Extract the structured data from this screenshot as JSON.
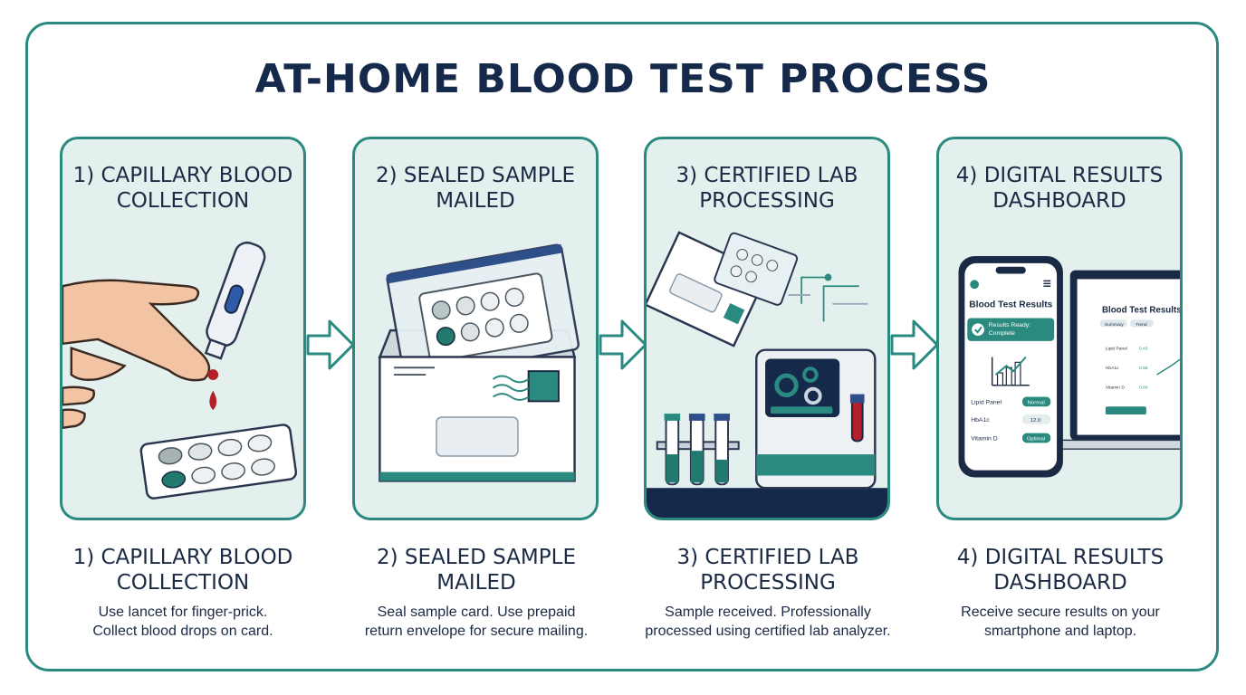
{
  "title": "AT-HOME BLOOD TEST PROCESS",
  "steps": [
    {
      "card_title_1": "1) CAPILLARY BLOOD",
      "card_title_2": "COLLECTION",
      "title_1": "1) CAPILLARY BLOOD",
      "title_2": "COLLECTION",
      "desc_1": "Use lancet for finger-prick.",
      "desc_2": "Collect blood drops on card.",
      "icon": "finger-prick-lancet-card"
    },
    {
      "card_title_1": "2) SEALED SAMPLE",
      "card_title_2": "MAILED",
      "title_1": "2) SEALED SAMPLE",
      "title_2": "MAILED",
      "desc_1": "Seal sample card. Use prepaid",
      "desc_2": "return envelope for secure mailing.",
      "icon": "sealed-bag-envelope"
    },
    {
      "card_title_1": "3) CERTIFIED LAB",
      "card_title_2": "PROCESSING",
      "title_1": "3) CERTIFIED LAB",
      "title_2": "PROCESSING",
      "desc_1": "Sample received. Professionally",
      "desc_2": "processed using certified lab analyzer.",
      "icon": "lab-analyzer-test-tubes"
    },
    {
      "card_title_1": "4) DIGITAL RESULTS",
      "card_title_2": "DASHBOARD",
      "title_1": "4) DIGITAL RESULTS",
      "title_2": "DASHBOARD",
      "desc_1": "Receive secure results on your",
      "desc_2": "smartphone and laptop.",
      "icon": "phone-laptop-dashboard"
    }
  ],
  "phone": {
    "header": "Blood Test Results",
    "status_1": "Results Ready:",
    "status_2": "Complete",
    "rows": [
      {
        "label": "Lipid Panel",
        "value": "Normal"
      },
      {
        "label": "HbA1c",
        "value": "12.0"
      },
      {
        "label": "Vitamin D",
        "value": "Optimal"
      }
    ]
  },
  "laptop": {
    "header": "Blood Test Results",
    "tabs": [
      "Summary",
      "Trend"
    ],
    "rows": [
      {
        "label": "Lipid Panel",
        "value": "0.43"
      },
      {
        "label": "HbA1c",
        "value": "0.55"
      },
      {
        "label": "Vitamin D",
        "value": "0.60"
      }
    ]
  },
  "colors": {
    "teal": "#2a8a7f",
    "panel_bg": "#e4f0ee",
    "navy": "#15294a",
    "blood": "#b3202a"
  }
}
